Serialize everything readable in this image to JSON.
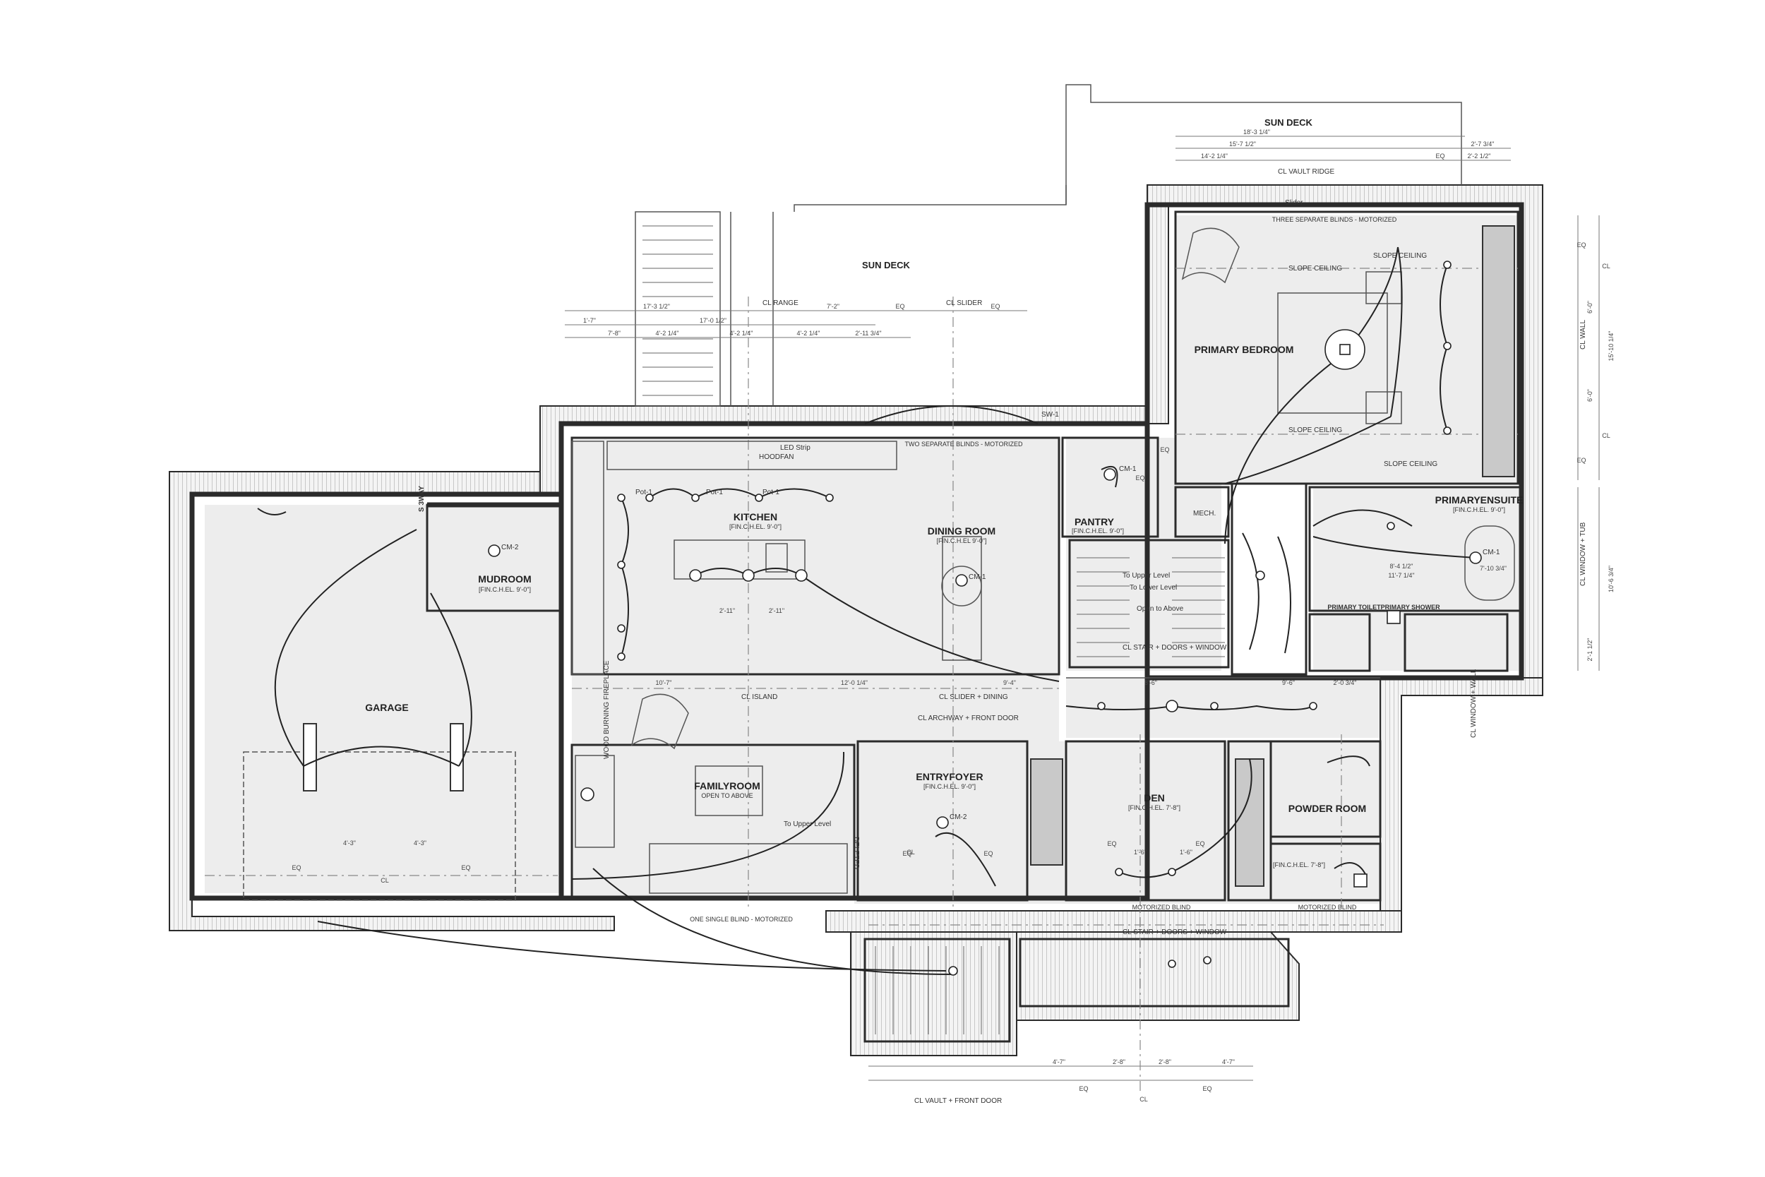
{
  "plan": {
    "sun_deck_top": "SUN DECK",
    "sun_deck_left": "SUN DECK",
    "cl_vault_ridge": "CL VAULT RIDGE",
    "cl_range": "CL RANGE",
    "cl_slider": "CL SLIDER",
    "eq": "EQ",
    "cl": "CL",
    "rooms": {
      "garage": {
        "name": "GARAGE"
      },
      "mudroom": {
        "name": "MUDROOM",
        "sub": "[FIN.C.H.EL. 9'-0\"]"
      },
      "kitchen": {
        "name": "KITCHEN",
        "sub": "[FIN.C.H.EL. 9'-0\"]"
      },
      "dining": {
        "name": "DINING ROOM",
        "sub": "[FIN.C.H.EL 9'-0\"]"
      },
      "pantry": {
        "name": "PANTRY",
        "sub": "[FIN.C.H.EL. 9'-0\"]"
      },
      "mech": {
        "name": "MECH."
      },
      "primary_bedroom": {
        "name": "PRIMARY BEDROOM"
      },
      "primary_ensuite": {
        "name": "PRIMARYENSUITE",
        "sub": "[FIN.C.H.EL. 9'-0\"]"
      },
      "primary_toilet": {
        "name": "PRIMARY TOILETPRIMARY SHOWER"
      },
      "familyroom": {
        "name": "FAMILYROOM",
        "sub": "OPEN TO ABOVE"
      },
      "entry": {
        "name": "ENTRYFOYER",
        "sub": "[FIN.C.H.EL. 9'-0\"]"
      },
      "den": {
        "name": "DEN",
        "sub": "[FIN.C.H.EL. 7'-8\"]"
      },
      "powder": {
        "name": "POWDER ROOM"
      },
      "wc_sub": "[FIN.C.H.EL. 7'-8\"]"
    },
    "notes": {
      "three_blinds": "THREE SEPARATE BLINDS - MOTORIZED",
      "two_blinds": "TWO SEPARATE BLINDS - MOTORIZED",
      "one_blind": "ONE SINGLE BLIND - MOTORIZED",
      "motorized_blind": "MOTORIZED BLIND",
      "motorized_blind_v": "MOTORIZED BLIND",
      "slope_ceiling": "SLOPE CEILING",
      "led_strip": "LED Strip",
      "hoodfan": "HOODFAN",
      "cl_island": "CL ISLAND",
      "cl_slider_dining": "CL SLIDER + DINING",
      "cl_archway": "CL ARCHWAY + FRONT DOOR",
      "cl_stair_doors": "CL STAIR + DOORS + WINDOW",
      "cl_vault_front": "CL VAULT + FRONT DOOR",
      "to_upper": "To Upper Level",
      "to_lower": "To Lower Level",
      "open_above": "Open to Above",
      "wood_fireplace": "WOOD BURNING FIREPLACE",
      "deleted": "DELETED",
      "three_way": "S 3WAY",
      "slider": "Slider",
      "cl_wall": "CL WALL",
      "cl_window_tub": "CL WINDOW + TUB",
      "cl_window_wall": "CL WINDOW + WALL"
    },
    "dims": {
      "d1": "18'-3 1/4\"",
      "d2": "15'-7 1/2\"",
      "d3": "14'-2 1/4\"",
      "d4": "2'-7 3/4\"",
      "d5": "2'-2 1/2\"",
      "d6": "17'-3 1/2\"",
      "d7": "17'-0 1/2\"",
      "d8": "7'-2\"",
      "d9": "1'-7\"",
      "d10": "7'-8\"",
      "d11": "4'-2 1/4\"",
      "d12": "4'-2 1/4\"",
      "d13": "4'-2 1/4\"",
      "d14": "2'-11 3/4\"",
      "d15": "2'-11\"",
      "d16": "2'-11\"",
      "d17": "12'-0 1/4\"",
      "d18": "10'-7\"",
      "d19": "9'-4\"",
      "d20": "8'-6\"",
      "d21": "9'-6\"",
      "d22": "2'-0 3/4\"",
      "d23": "4'-3\"",
      "d24": "4'-3\"",
      "d25": "4'-7\"",
      "d26": "2'-8\"",
      "d27": "2'-8\"",
      "d28": "4'-7\"",
      "d29": "1'-6\"",
      "d30": "1'-6\"",
      "d31": "11'-7 1/4\"",
      "d32": "8'-4 1/2\"",
      "d33": "7'-10 3/4\"",
      "d34": "6'-0\"",
      "d35": "6'-0\"",
      "d36": "15'-10 1/4\"",
      "d37": "10'-6 3/4\"",
      "d38": "2'-1 1/2\""
    },
    "fixtures": {
      "pot": "Pot-1",
      "cm": "CM-1",
      "cm2": "CM-2",
      "sw": "SW-1"
    }
  }
}
